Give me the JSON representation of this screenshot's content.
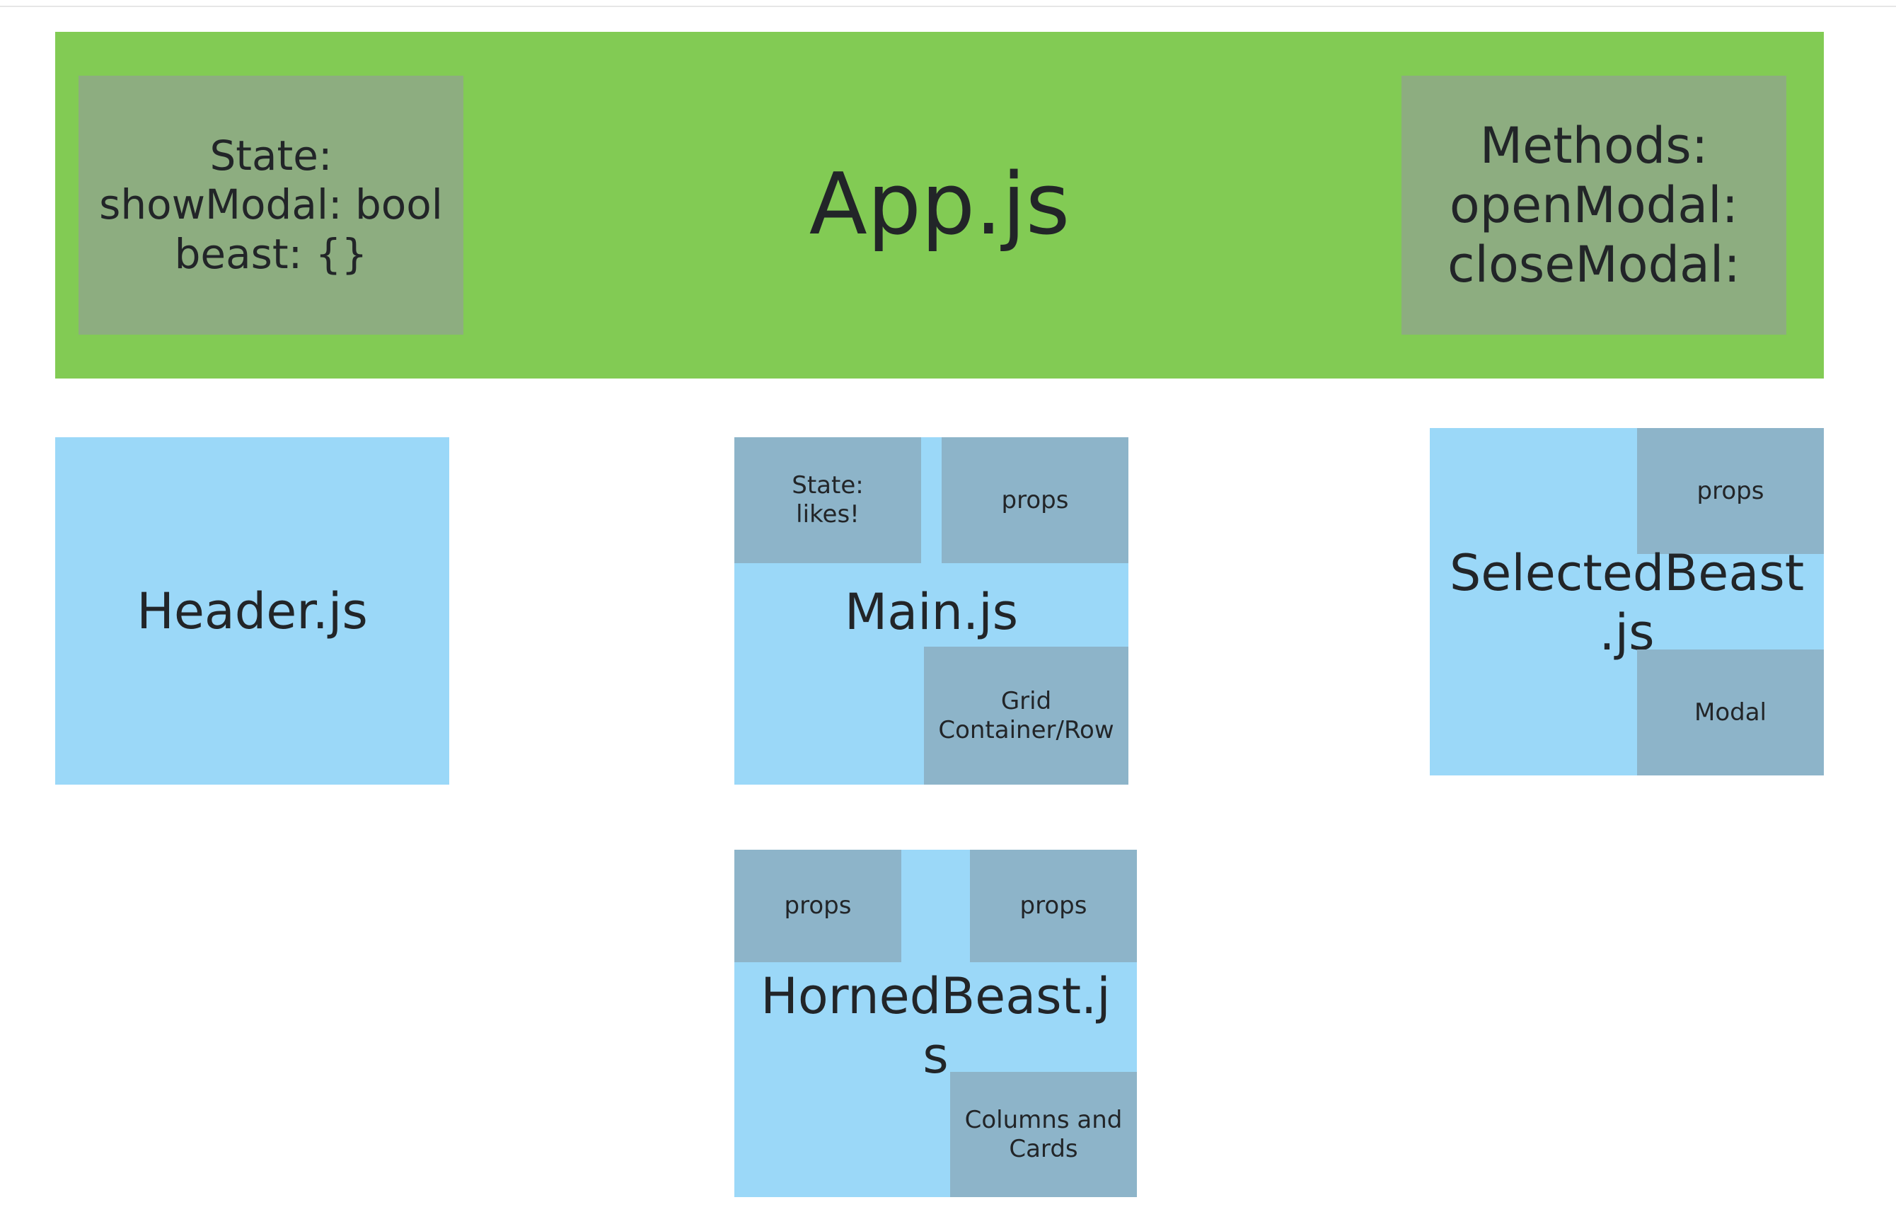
{
  "app": {
    "title": "App.js",
    "state_note": "State:\nshowModal: bool\nbeast: {}",
    "methods_note": "Methods:\nopenModal:\ncloseModal:"
  },
  "header": {
    "title": "Header.js"
  },
  "main": {
    "title": "Main.js",
    "state_note": "State:\nlikes!",
    "props_note": "props",
    "grid_note": "Grid\nContainer/Row"
  },
  "selected_beast": {
    "title": "SelectedBeast\n.js",
    "props_note": "props",
    "modal_note": "Modal"
  },
  "horned_beast": {
    "title": "HornedBeast.j\ns",
    "props_left_note": "props",
    "props_right_note": "props",
    "columns_note": "Columns and\nCards"
  },
  "colors": {
    "app_green": "#82cb54",
    "component_blue": "#9bd8f8",
    "note_green": "#8dad80",
    "note_blue": "#8db4c9"
  }
}
